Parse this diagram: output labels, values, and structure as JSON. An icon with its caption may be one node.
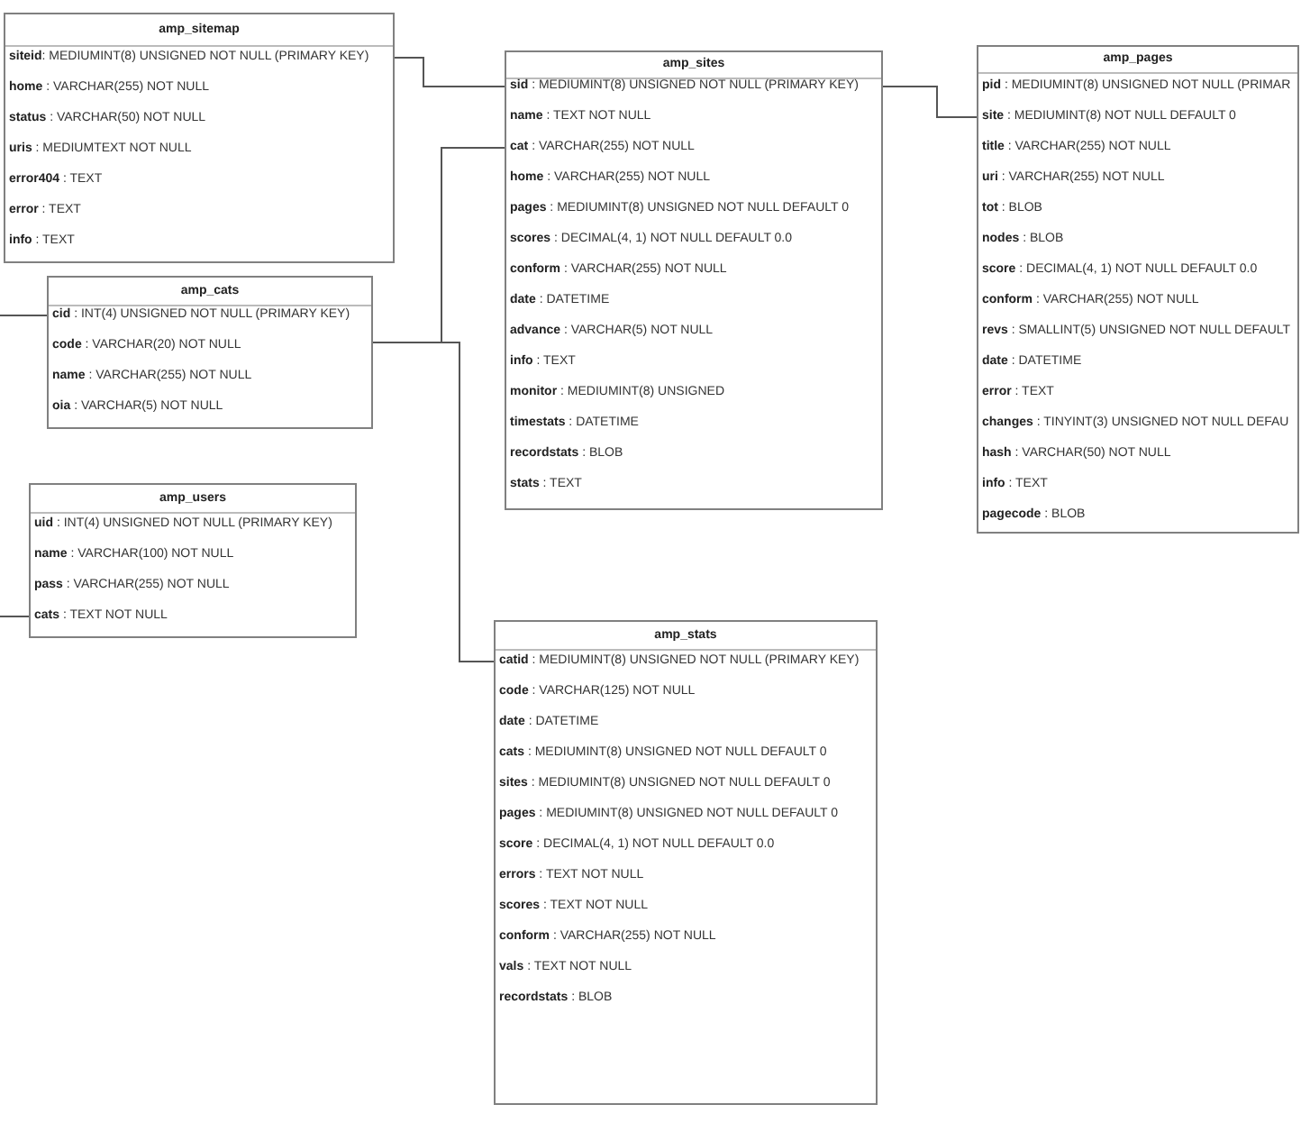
{
  "diagram": {
    "nodes": [
      {
        "text": [
          "amp_sitemap",
          "**siteid**: MEDIUMINT(8) UNSIGNED NOT NULL (PRIMARY KEY)",
          "**home** : VARCHAR(255) NOT NULL",
          "**status** : VARCHAR(50) NOT NULL",
          "**uris** : MEDIUMTEXT NOT NULL",
          "**error404** : TEXT",
          "**error** : TEXT",
          "**info** : TEXT"
        ]
      },
      {
        "text": [
          "amp_sites",
          "**sid** : MEDIUMINT(8) UNSIGNED NOT NULL (PRIMARY KEY)",
          "**name** : TEXT NOT NULL",
          "**cat** : VARCHAR(255) NOT NULL",
          "**home** : VARCHAR(255) NOT NULL",
          "**pages** : MEDIUMINT(8) UNSIGNED NOT NULL DEFAULT 0",
          "**scores** : DECIMAL(4, 1) NOT NULL DEFAULT 0.0",
          "**conform** : VARCHAR(255) NOT NULL",
          "**date** : DATETIME",
          "**advance** : VARCHAR(5) NOT NULL",
          "**info** : TEXT",
          "**monitor** : MEDIUMINT(8) UNSIGNED",
          "**timestats** : DATETIME",
          "**recordstats** : BLOB",
          "**stats** : TEXT"
        ]
      },
      {
        "text": [
          "amp_pages",
          "**pid** : MEDIUMINT(8) UNSIGNED NOT NULL (PRIMAR",
          "**site** : MEDIUMINT(8) NOT NULL DEFAULT 0",
          "**title** : VARCHAR(255) NOT NULL",
          "**uri** : VARCHAR(255) NOT NULL",
          "**tot** : BLOB",
          "**nodes** : BLOB",
          "**score** : DECIMAL(4, 1) NOT NULL DEFAULT 0.0",
          "**conform** : VARCHAR(255) NOT NULL",
          "**revs** : SMALLINT(5) UNSIGNED NOT NULL DEFAULT",
          "**date** : DATETIME",
          "**error** : TEXT",
          "**changes** : TINYINT(3) UNSIGNED NOT NULL DEFAU",
          "**hash** : VARCHAR(50) NOT NULL",
          "**info** : TEXT",
          "**pagecode** : BLOB"
        ]
      },
      {
        "text": [
          "amp_cats",
          "**cid** : INT(4) UNSIGNED NOT NULL (PRIMARY KEY)",
          "**code** : VARCHAR(20) NOT NULL",
          "**name** : VARCHAR(255) NOT NULL",
          "**oia** : VARCHAR(5) NOT NULL"
        ]
      },
      {
        "text": [
          "amp_users",
          "**uid** : INT(4) UNSIGNED NOT NULL (PRIMARY KEY)",
          "**name** : VARCHAR(100) NOT NULL",
          "**pass** : VARCHAR(255) NOT NULL",
          "**cats** : TEXT NOT NULL"
        ]
      },
      {
        "text": [
          "amp_stats",
          "**catid** : MEDIUMINT(8) UNSIGNED NOT NULL (PRIMARY KEY)",
          "**code** : VARCHAR(125) NOT NULL",
          "**date** : DATETIME",
          "**cats** : MEDIUMINT(8) UNSIGNED NOT NULL DEFAULT 0",
          "**sites** : MEDIUMINT(8) UNSIGNED NOT NULL DEFAULT 0",
          "**pages** : MEDIUMINT(8) UNSIGNED NOT NULL DEFAULT 0",
          "**score** : DECIMAL(4, 1) NOT NULL DEFAULT 0.0",
          "**errors** : TEXT NOT NULL",
          "**scores** : TEXT NOT NULL",
          "**conform** : VARCHAR(255) NOT NULL",
          "**vals** : TEXT NOT NULL",
          "**recordstats** : BLOB"
        ]
      }
    ],
    "edges": [
      {
        "from": 0,
        "to": 1,
        "arrow": "none"
      },
      {
        "from": 1,
        "to": 2,
        "arrow": "none"
      },
      {
        "from": 3,
        "to": 1,
        "arrow": "none"
      },
      {
        "from": 3,
        "to": 5,
        "arrow": "none"
      },
      {
        "from": 3,
        "to": null,
        "arrow": "none"
      },
      {
        "from": 4,
        "to": null,
        "arrow": "none"
      }
    ]
  }
}
